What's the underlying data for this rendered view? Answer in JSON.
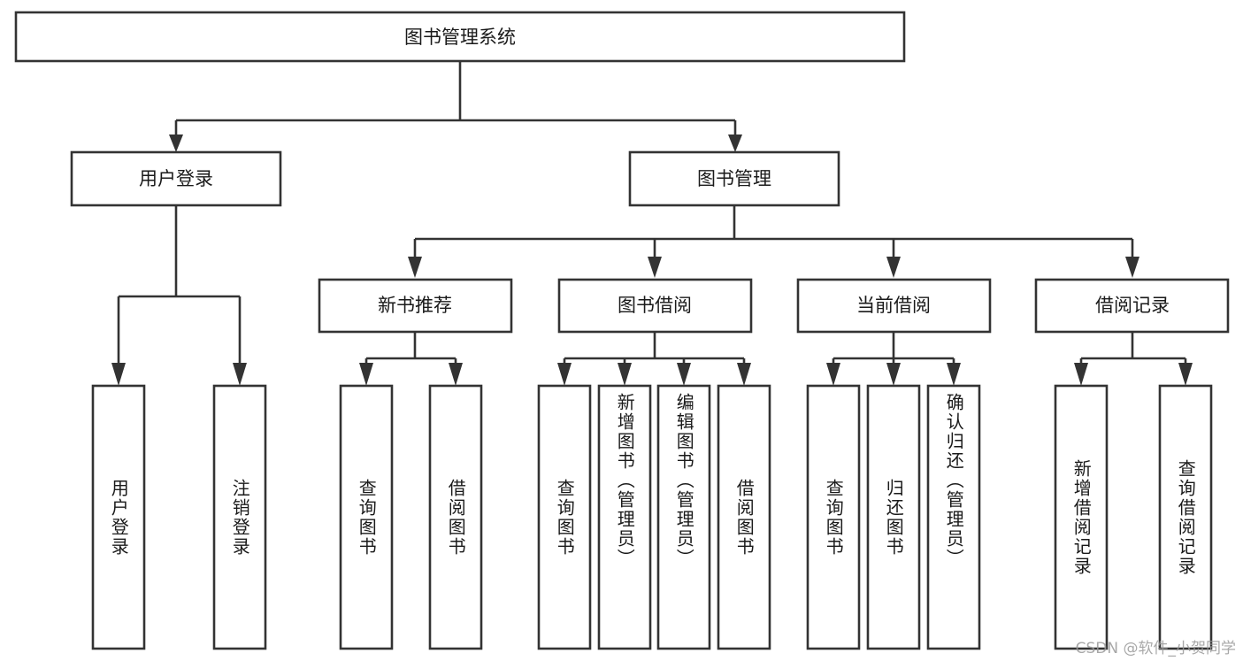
{
  "diagram": {
    "type": "tree-hierarchy",
    "title": "图书管理系统",
    "orientation": "top-down",
    "colors": {
      "box_stroke": "#333333",
      "box_fill": "#ffffff",
      "text": "#1a1a1a",
      "background": "#ffffff",
      "watermark": "#9a9a9a"
    },
    "root": {
      "label": "图书管理系统",
      "id": "root"
    },
    "level2": [
      {
        "id": "user-login",
        "label": "用户登录"
      },
      {
        "id": "book-manage",
        "label": "图书管理"
      }
    ],
    "level3": [
      {
        "id": "new-book-recommend",
        "label": "新书推荐",
        "parent": "book-manage"
      },
      {
        "id": "book-borrow",
        "label": "图书借阅",
        "parent": "book-manage"
      },
      {
        "id": "current-borrow",
        "label": "当前借阅",
        "parent": "book-manage"
      },
      {
        "id": "borrow-record",
        "label": "借阅记录",
        "parent": "book-manage"
      }
    ],
    "leaves": [
      {
        "id": "leaf-user-login",
        "label": "用户登录",
        "parent": "user-login"
      },
      {
        "id": "leaf-user-logout",
        "label": "注销登录",
        "parent": "user-login"
      },
      {
        "id": "leaf-query-book-1",
        "label": "查询图书",
        "parent": "new-book-recommend"
      },
      {
        "id": "leaf-borrow-book-1",
        "label": "借阅图书",
        "parent": "new-book-recommend"
      },
      {
        "id": "leaf-query-book-2",
        "label": "查询图书",
        "parent": "book-borrow"
      },
      {
        "id": "leaf-add-book",
        "label": "新增图书（管理员）",
        "parent": "book-borrow"
      },
      {
        "id": "leaf-edit-book",
        "label": "编辑图书（管理员）",
        "parent": "book-borrow"
      },
      {
        "id": "leaf-borrow-book-2",
        "label": "借阅图书",
        "parent": "book-borrow"
      },
      {
        "id": "leaf-query-book-3",
        "label": "查询图书",
        "parent": "current-borrow"
      },
      {
        "id": "leaf-return-book",
        "label": "归还图书",
        "parent": "current-borrow"
      },
      {
        "id": "leaf-confirm-return",
        "label": "确认归还（管理员）",
        "parent": "current-borrow"
      },
      {
        "id": "leaf-add-record",
        "label": "新增借阅记录",
        "parent": "borrow-record"
      },
      {
        "id": "leaf-query-record",
        "label": "查询借阅记录",
        "parent": "borrow-record"
      }
    ],
    "watermark": "CSDN @软件_小贺同学"
  }
}
